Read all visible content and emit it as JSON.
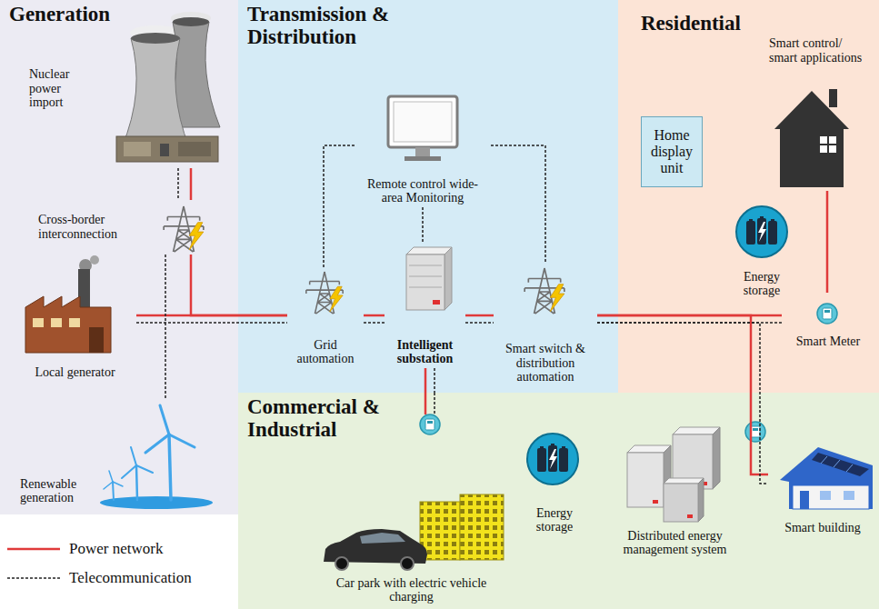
{
  "diagram": {
    "nodes": [
      {
        "text": [
          "Generation"
        ]
      },
      {
        "text": [
          "Nuclear power import"
        ],
        "in": 0
      },
      {
        "text": [
          "Cross-border interconnection"
        ],
        "in": 0
      },
      {
        "text": [
          "Local generator"
        ],
        "in": 0
      },
      {
        "text": [
          "Renewable generation"
        ],
        "in": 0
      },
      {
        "text": [
          "Transmission & Distribution"
        ]
      },
      {
        "text": [
          "Remote control wide-area Monitoring"
        ],
        "in": 5
      },
      {
        "text": [
          "Grid automation"
        ],
        "in": 5
      },
      {
        "text": [
          "Intelligent substation"
        ],
        "in": 5
      },
      {
        "text": [
          "Smart switch & distribution automation"
        ],
        "in": 5
      },
      {
        "text": [
          "Residential"
        ]
      },
      {
        "text": [
          "Home display unit"
        ],
        "in": 10
      },
      {
        "text": [
          "Smart control/ smart applications"
        ],
        "in": 10
      },
      {
        "text": [
          "Energy storage"
        ],
        "in": 10
      },
      {
        "text": [
          "Smart Meter"
        ],
        "in": 10
      },
      {
        "text": [
          "Commercial & Industrial"
        ]
      },
      {
        "text": [
          "Car park with electric vehicle charging"
        ],
        "in": 15
      },
      {
        "text": [
          "Energy storage"
        ],
        "in": 15
      },
      {
        "text": [
          "Distributed energy management system"
        ],
        "in": 15
      },
      {
        "text": [
          "Smart building"
        ],
        "in": 15
      }
    ],
    "edges": [
      {
        "from": 1,
        "to": 2,
        "arrow": "none"
      },
      {
        "from": 2,
        "to": 7,
        "arrow": "none"
      },
      {
        "from": 3,
        "to": 7,
        "arrow": "none"
      },
      {
        "from": 7,
        "to": 8,
        "arrow": "none"
      },
      {
        "from": 8,
        "to": 9,
        "arrow": "none"
      },
      {
        "from": 9,
        "to": 14,
        "arrow": "none"
      },
      {
        "from": 14,
        "to": 12,
        "arrow": "none"
      },
      {
        "from": 9,
        "to": 19,
        "arrow": "none"
      },
      {
        "from": 8,
        "to": 15,
        "arrow": "none"
      },
      {
        "from": 1,
        "to": 2,
        "arrow": "none"
      },
      {
        "from": 2,
        "to": 4,
        "arrow": "none"
      },
      {
        "from": 3,
        "to": 7,
        "arrow": "none"
      },
      {
        "from": 7,
        "to": 8,
        "arrow": "none"
      },
      {
        "from": 8,
        "to": 9,
        "arrow": "none"
      },
      {
        "from": 9,
        "to": 14,
        "arrow": "none"
      },
      {
        "from": 9,
        "to": 19,
        "arrow": "none"
      },
      {
        "from": 8,
        "to": 15,
        "arrow": "none"
      },
      {
        "from": 6,
        "to": 7,
        "arrow": "none"
      },
      {
        "from": 6,
        "to": 8,
        "arrow": "none"
      },
      {
        "from": 6,
        "to": 9,
        "arrow": "none"
      }
    ],
    "legend": [
      {
        "text": "Power network"
      },
      {
        "text": "Telecommunication"
      }
    ]
  }
}
